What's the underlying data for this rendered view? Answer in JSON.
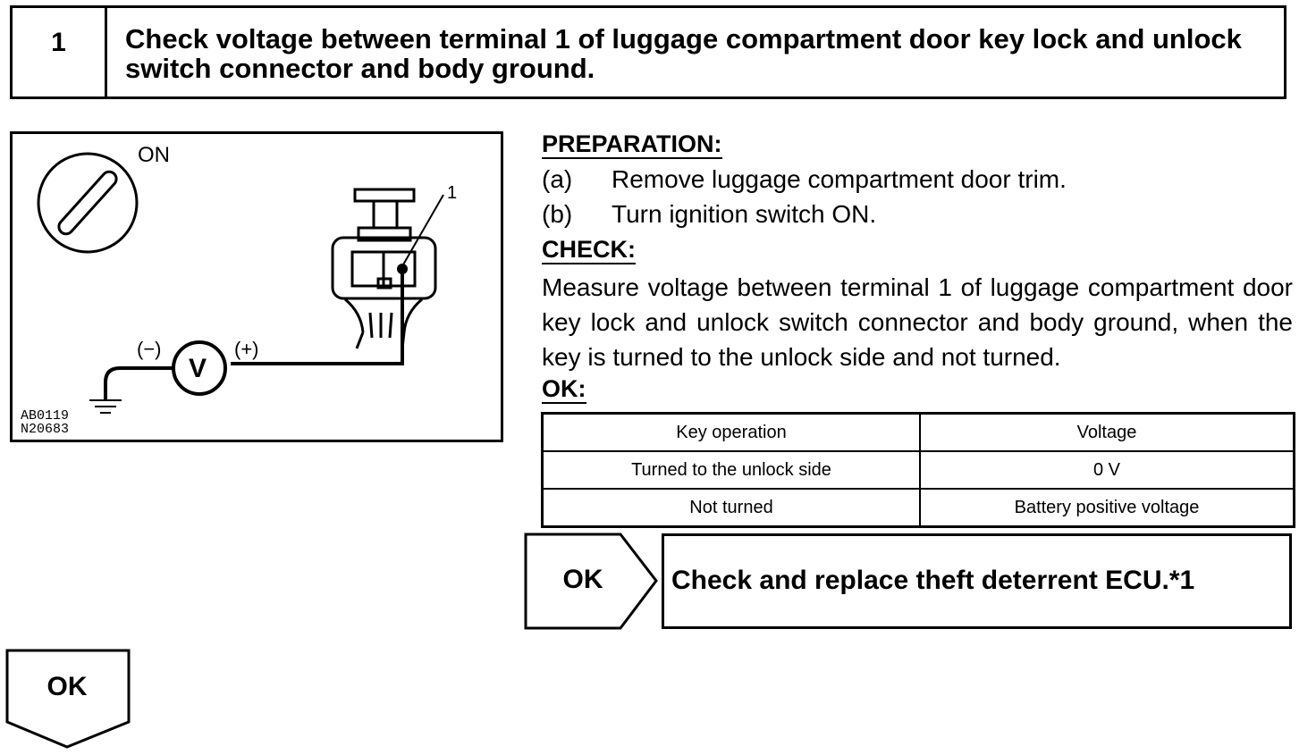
{
  "step": {
    "number": "1",
    "title": "Check voltage between terminal 1 of luggage compartment door key lock and unlock switch connector and body ground."
  },
  "figure": {
    "ignition_label": "ON",
    "terminal_label": "1",
    "negative_label": "(−)",
    "positive_label": "(+)",
    "meter_symbol": "V",
    "code_1": "AB0119",
    "code_2": "N20683"
  },
  "preparation": {
    "heading": "PREPARATION:",
    "items": [
      {
        "letter": "(a)",
        "text": "Remove luggage compartment door trim."
      },
      {
        "letter": "(b)",
        "text": "Turn ignition switch ON."
      }
    ]
  },
  "check": {
    "heading": "CHECK:",
    "text": "Measure voltage between terminal 1 of luggage compartment door key lock and unlock switch connector and body ground, when the key is turned to the unlock side and not turned."
  },
  "ok_spec": {
    "heading": "OK:",
    "columns": [
      "Key operation",
      "Voltage"
    ],
    "rows": [
      [
        "Turned to the unlock side",
        "0 V"
      ],
      [
        "Not turned",
        "Battery positive voltage"
      ]
    ]
  },
  "result": {
    "ok_label": "OK",
    "action": "Check and replace theft deterrent ECU.*1"
  },
  "next": {
    "ok_label": "OK"
  }
}
